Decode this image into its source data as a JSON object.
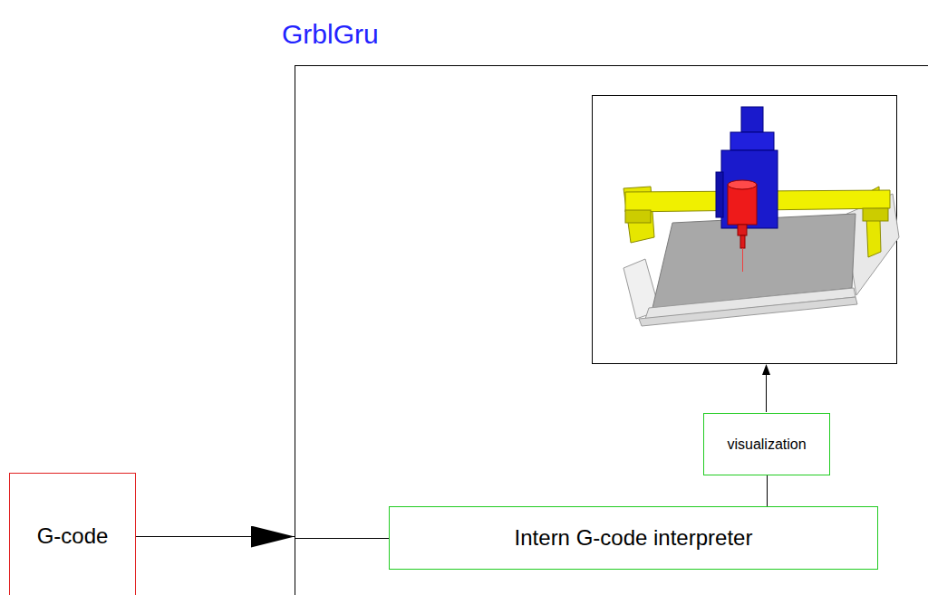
{
  "diagram": {
    "nodes": [
      {
        "text": [
          "GrblGru"
        ]
      },
      {
        "text": [
          "G-code"
        ]
      },
      {
        "text": [
          "Intern G-code interpreter"
        ],
        "in": 0
      },
      {
        "text": [
          "visualization"
        ],
        "in": 0
      }
    ],
    "edges": [
      {
        "from": 1,
        "to": 0,
        "arrow": "to"
      },
      {
        "from": 0,
        "to": 2,
        "arrow": "none"
      },
      {
        "from": 2,
        "to": 3,
        "arrow": "none"
      }
    ]
  }
}
